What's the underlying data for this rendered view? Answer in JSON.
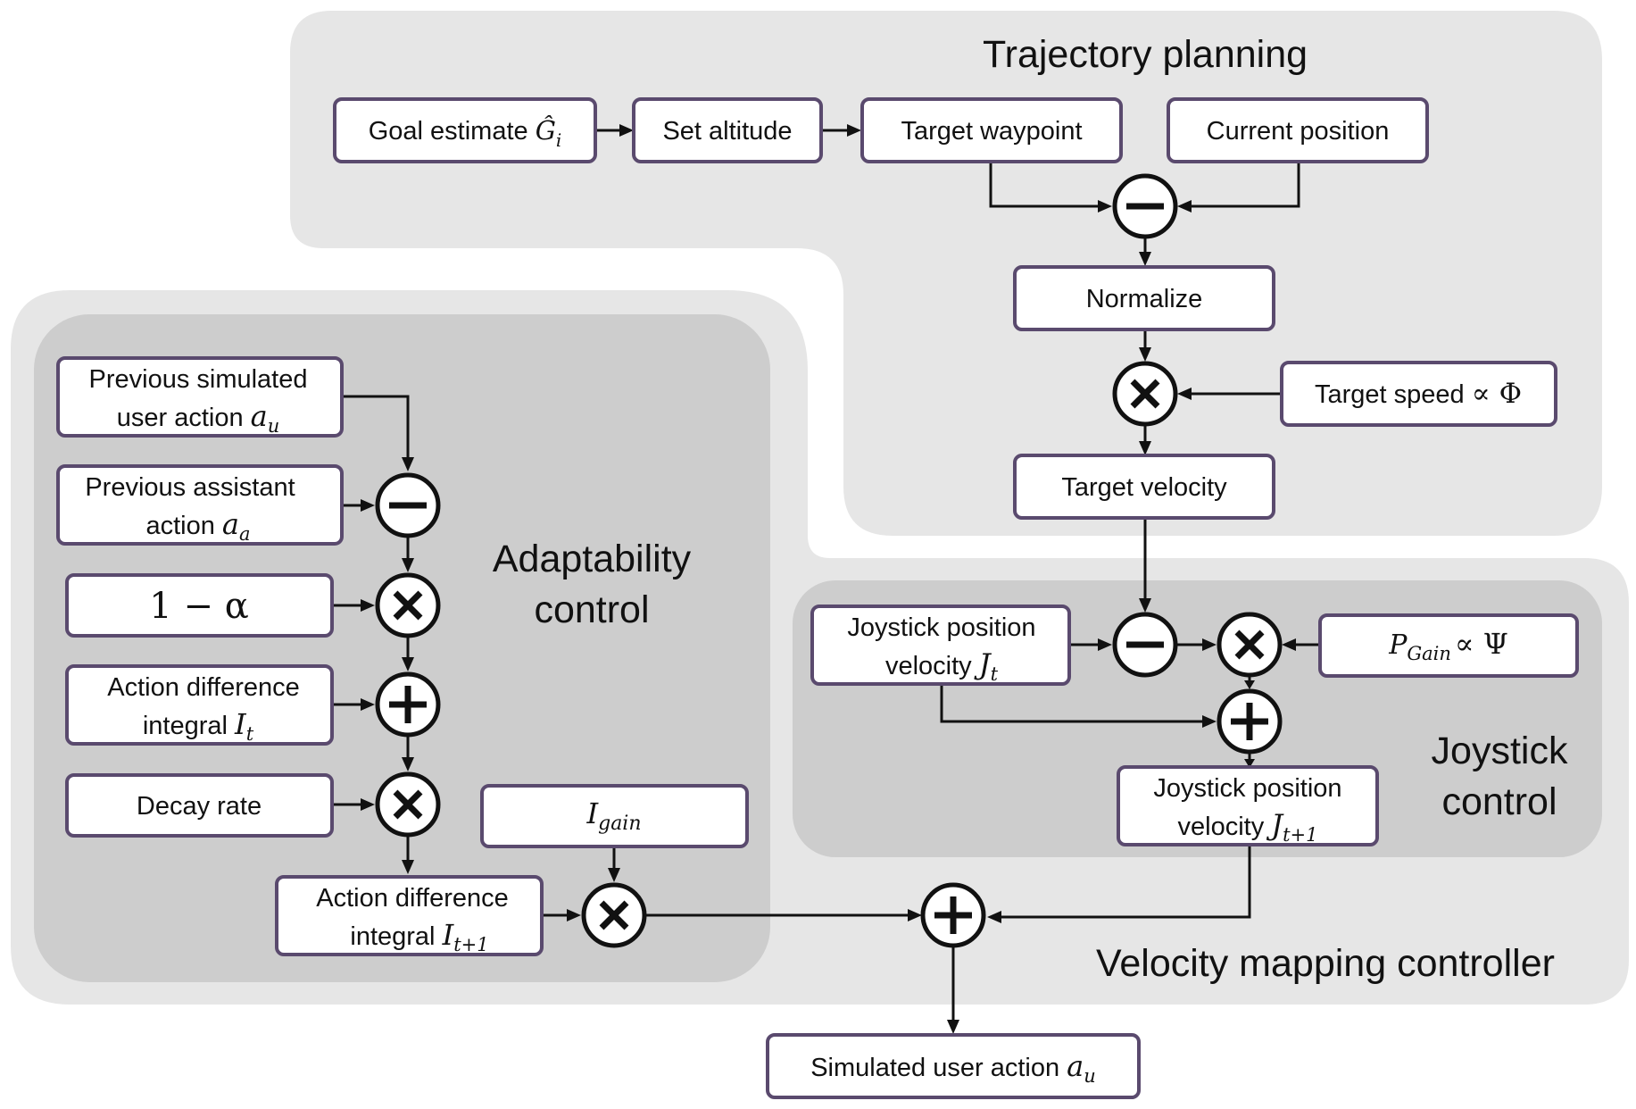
{
  "regions": {
    "trajectory_planning": "Trajectory planning",
    "velocity_mapping": "Velocity mapping controller",
    "adaptability_line1": "Adaptability",
    "adaptability_line2": "control",
    "joystick_line1": "Joystick",
    "joystick_line2": "control"
  },
  "nodes": {
    "goal_estimate": {
      "text": "Goal estimate",
      "math": "Ĝ",
      "sub": "i"
    },
    "set_altitude": {
      "text": "Set altitude"
    },
    "target_waypoint": {
      "text": "Target waypoint"
    },
    "current_position": {
      "text": "Current position"
    },
    "normalize": {
      "text": "Normalize"
    },
    "target_speed": {
      "text": "Target speed",
      "math": "∝ Φ"
    },
    "target_velocity": {
      "text": "Target velocity"
    },
    "prev_sim_action": {
      "line1": "Previous simulated",
      "line2": "user action",
      "math": "a",
      "sub": "u"
    },
    "prev_assistant_action": {
      "line1": "Previous assistant",
      "line2": "action",
      "math": "a",
      "sub": "a"
    },
    "one_minus_alpha": {
      "math": "1 − α"
    },
    "action_diff_integral_t": {
      "line1": "Action difference",
      "line2": "integral",
      "math": "I",
      "sub": "t"
    },
    "decay_rate": {
      "text": "Decay rate"
    },
    "i_gain": {
      "math": "I",
      "sub": "gain"
    },
    "action_diff_integral_t1": {
      "line1": "Action difference",
      "line2": "integral",
      "math": "I",
      "sub": "t+1"
    },
    "joystick_pos_vel_t": {
      "line1": "Joystick position",
      "line2": "velocity",
      "math": "J",
      "sub": "t"
    },
    "p_gain": {
      "math": "P",
      "sub": "Gain",
      "rest": "∝ Ψ"
    },
    "joystick_pos_vel_t1": {
      "line1": "Joystick position",
      "line2": "velocity",
      "math": "J",
      "sub": "t+1"
    },
    "simulated_user_action": {
      "text": "Simulated user action",
      "math": "a",
      "sub": "u"
    }
  },
  "colors": {
    "region_outer": "#e6e6e6",
    "region_inner": "#cdcdcd",
    "node_border": "#5a4a6e",
    "line": "#111111"
  }
}
